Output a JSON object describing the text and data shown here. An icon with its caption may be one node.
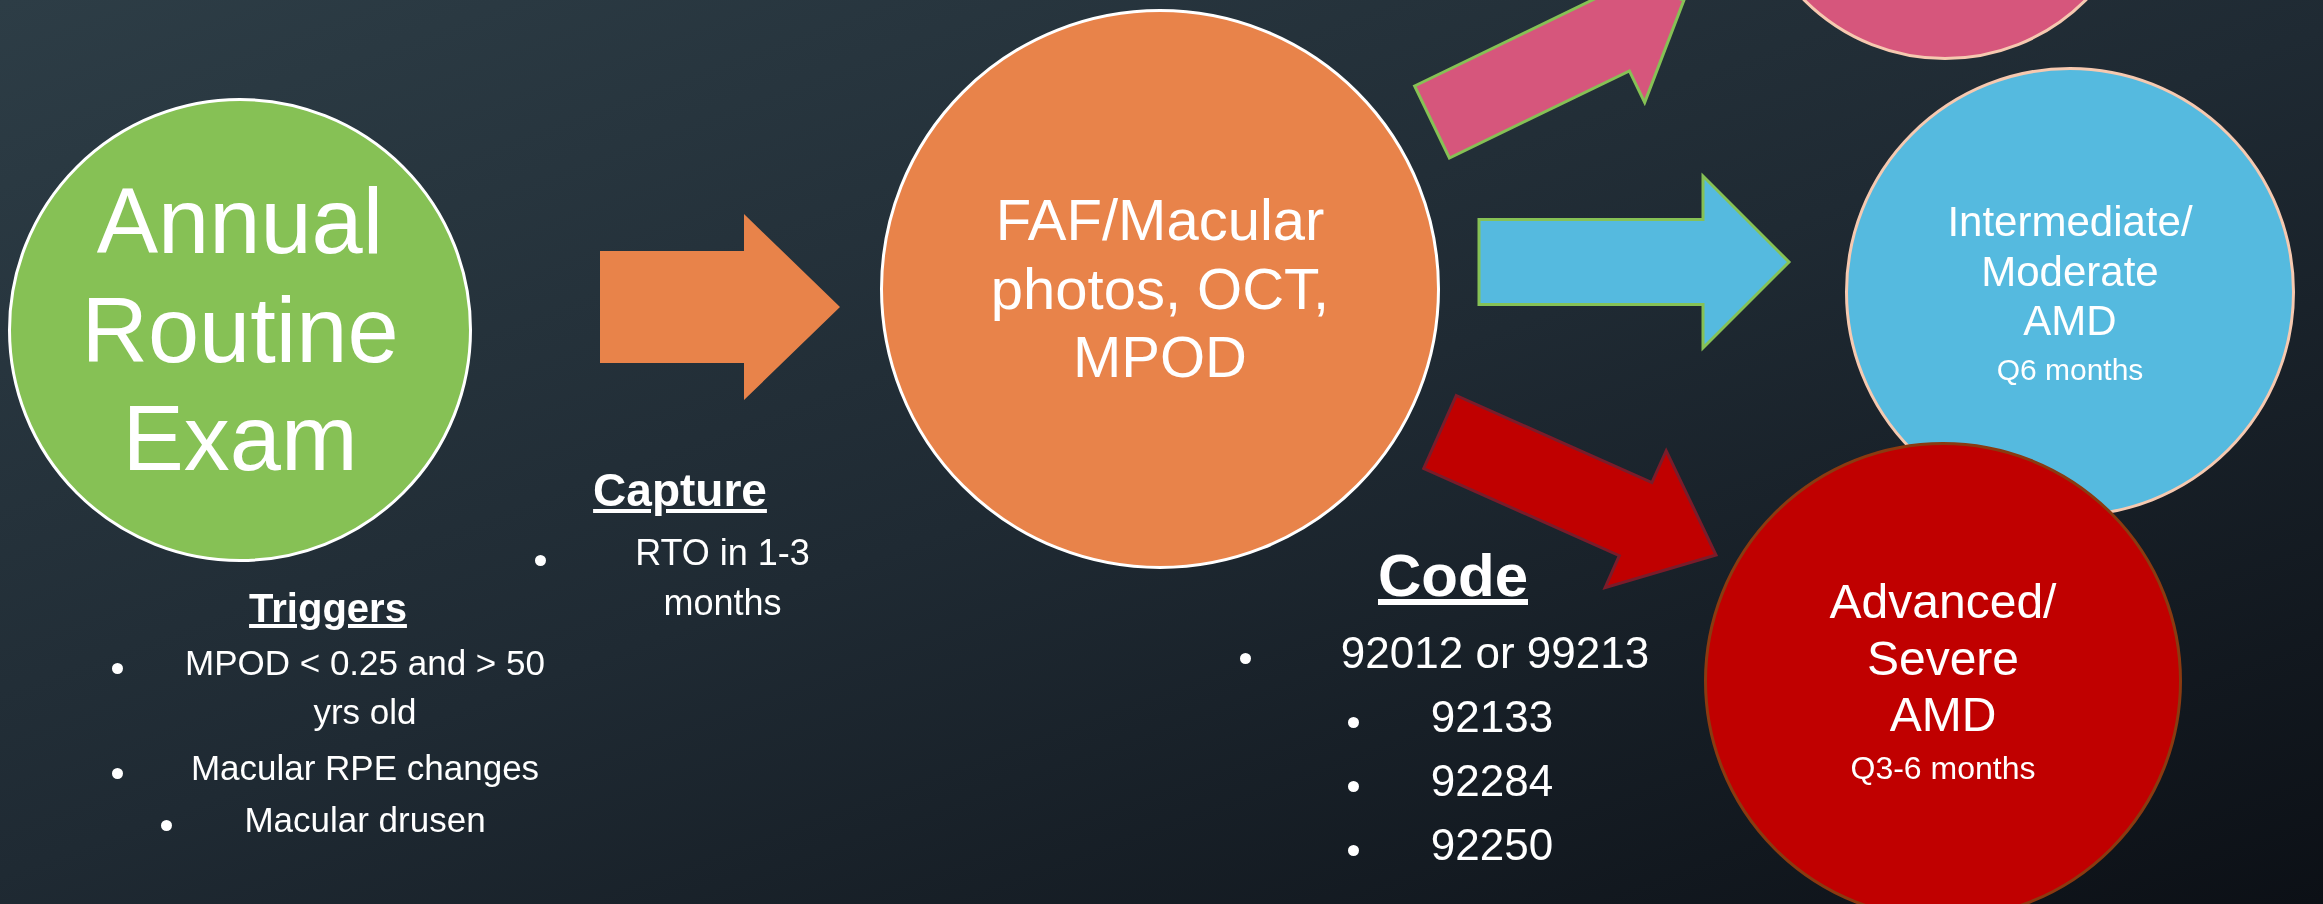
{
  "diagram": {
    "nodes": [
      {
        "text": [
          "Annual Routine Exam"
        ]
      },
      {
        "text": [
          "FAF/Macular photos, OCT, MPOD"
        ]
      },
      {
        "text": [],
        "shape": "circle"
      },
      {
        "text": [
          "Intermediate/ Moderate AMD",
          "Q6 months"
        ]
      },
      {
        "text": [
          "Advanced/ Severe AMD",
          "Q3-6 months"
        ]
      }
    ],
    "edges": [
      {
        "from": 0,
        "to": 1,
        "arrow": "to",
        "style": "thick",
        "color": "#e8834a"
      },
      {
        "from": 1,
        "to": 2,
        "arrow": "to",
        "style": "thick",
        "color": "#d6567c"
      },
      {
        "from": 1,
        "to": 3,
        "arrow": "to",
        "style": "thick",
        "color": "#55badf"
      },
      {
        "from": 1,
        "to": 4,
        "arrow": "to",
        "style": "thick",
        "color": "#c00000"
      }
    ],
    "labels": [
      "Capture",
      "RTO in 1-3 months",
      "Triggers",
      "MPOD < 0.25 and > 50 yrs old",
      "Macular RPE changes",
      "Macular drusen",
      "Code",
      "92012 or 99213",
      "92133",
      "92284",
      "92250"
    ]
  }
}
